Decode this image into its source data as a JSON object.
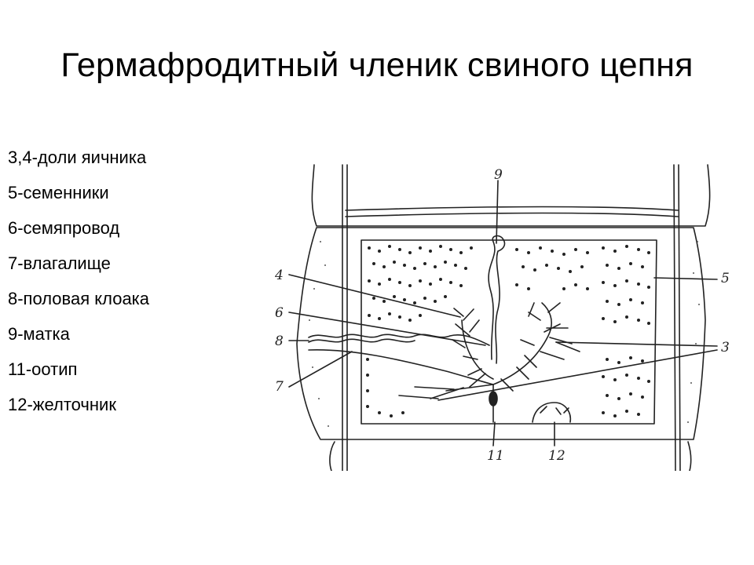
{
  "title": "Гермафродитный членик свиного цепня",
  "legend": [
    "3,4-доли  яичника",
    "5-семенники",
    "6-семяпровод",
    "7-влагалище",
    "8-половая клоака",
    "9-матка",
    "11-оотип",
    "12-желточник"
  ],
  "labels": {
    "n9": "9",
    "n4": "4",
    "n6": "6",
    "n8": "8",
    "n7": "7",
    "n5": "5",
    "n3": "3",
    "n11": "11",
    "n12": "12"
  },
  "colors": {
    "ink": "#222222",
    "background": "#ffffff"
  }
}
